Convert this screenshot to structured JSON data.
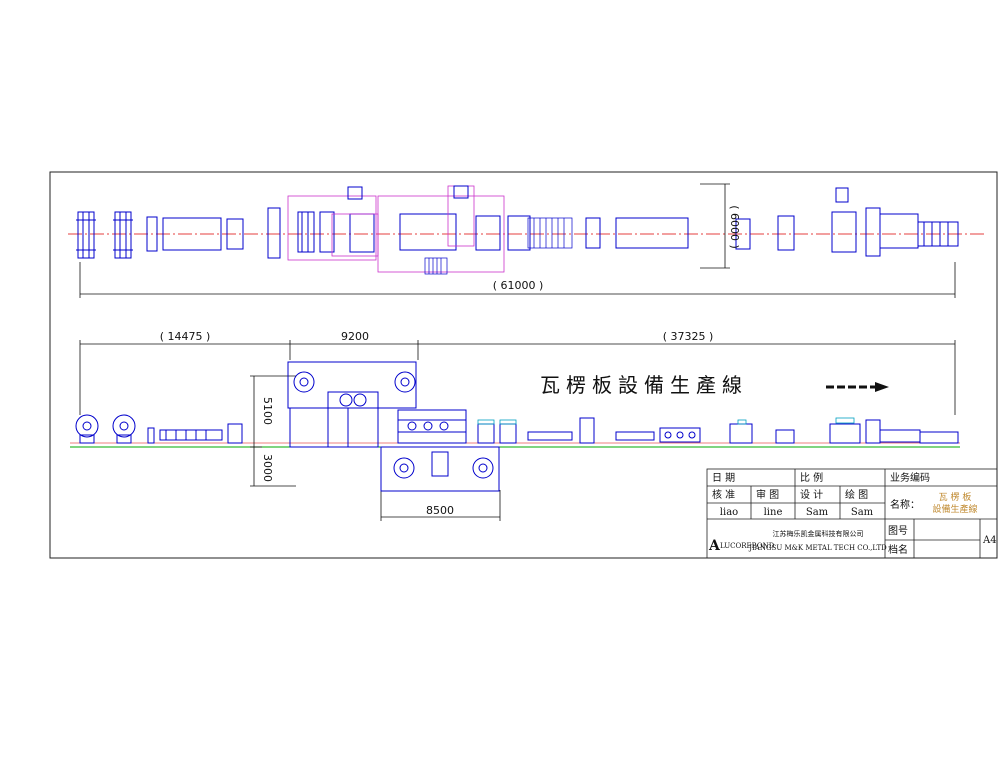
{
  "dimensions": {
    "top_total": "( 61000 )",
    "top_width": "( 6000 )",
    "seg_left": "( 14475 )",
    "seg_mid": "9200",
    "seg_right": "( 37325 )",
    "height_upper": "5100",
    "height_lower": "3000",
    "bottom_span": "8500"
  },
  "title": "瓦楞板設備生產線",
  "title_block": {
    "date_label": "日 期",
    "scale_label": "比 例",
    "code_label": "业务编码",
    "approve_label": "核 准",
    "review_label": "审 图",
    "design_label": "设 计",
    "draw_label": "绘 图",
    "approve_value": "liao",
    "review_value": "line",
    "design_value": "Sam",
    "draw_value": "Sam",
    "name_label": "名称：",
    "name_line1": "瓦 楞 板",
    "name_line2": "設備生產線",
    "company_cn": "江苏梅乐凯金属科技有限公司",
    "company_en": "JIANGSU M&K METAL TECH CO.,LTD",
    "logo_letter": "A",
    "logo_text": "LUCOREBOND",
    "drawing_no_label": "图号",
    "file_name_label": "档名",
    "sheet_size": "A4"
  },
  "colors": {
    "frame": "#222222",
    "machine": "#0000cc",
    "layout": "#cc33cc",
    "centerline": "#dd0000",
    "floor": "#00aa00",
    "cyan": "#00a0c0",
    "name_text": "#c08a30"
  }
}
